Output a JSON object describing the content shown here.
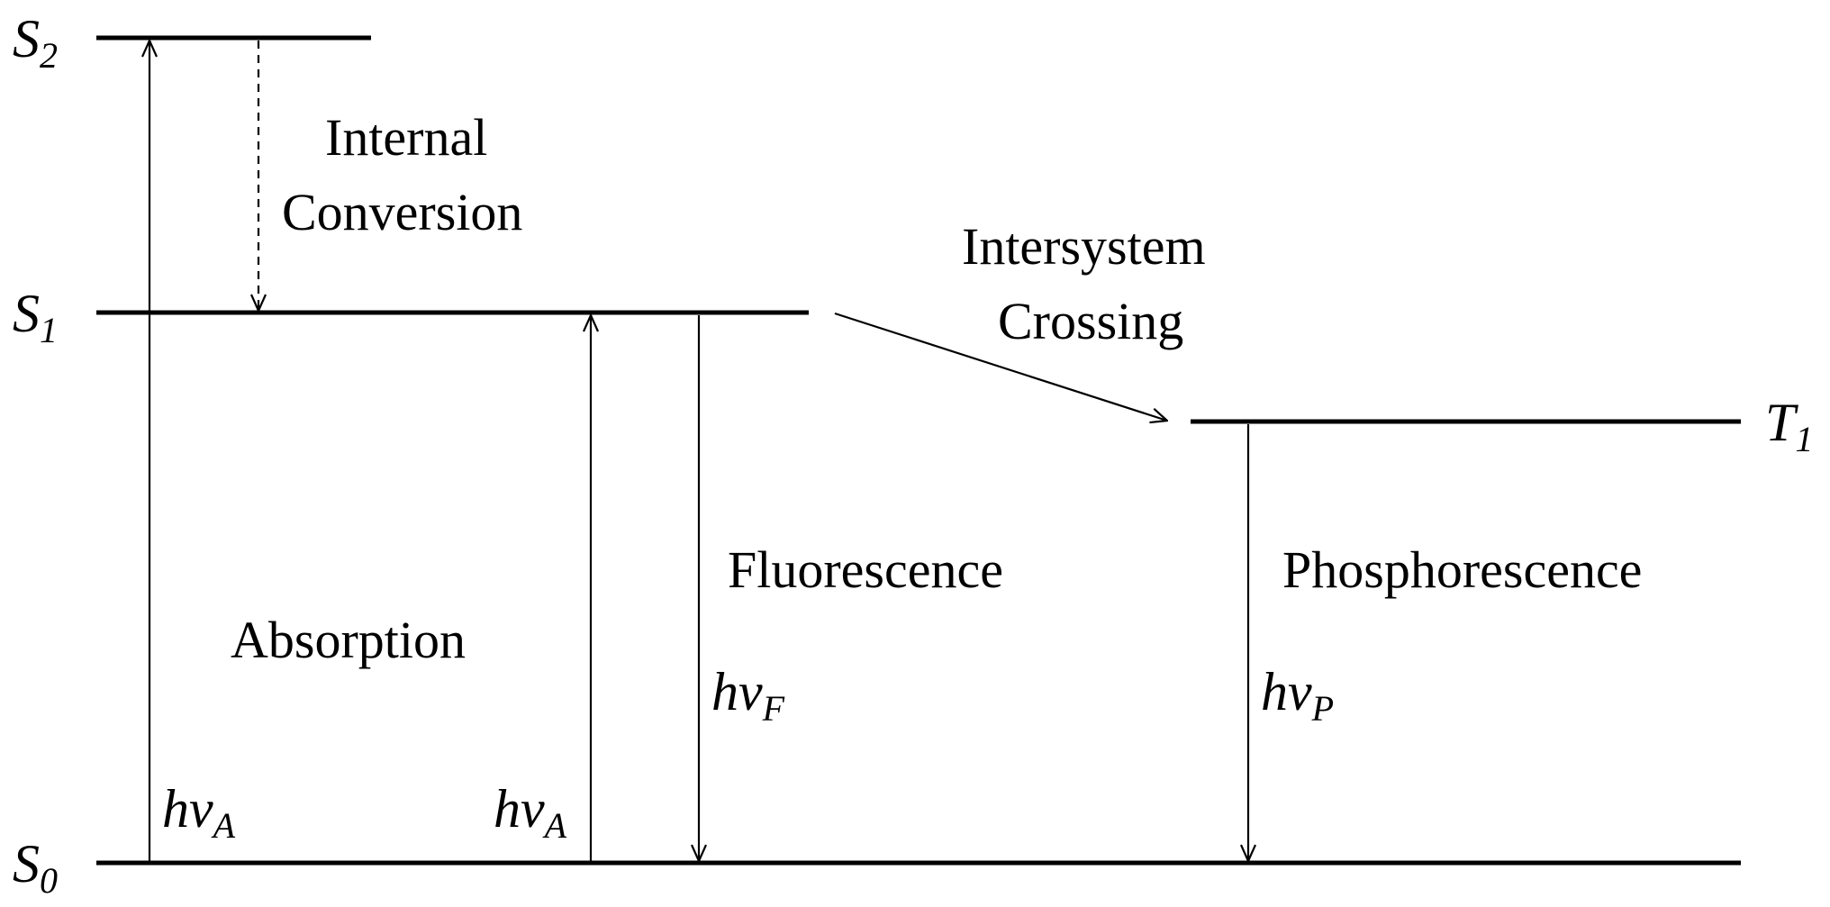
{
  "levels": {
    "s2": {
      "base": "S",
      "sub": "2"
    },
    "s1": {
      "base": "S",
      "sub": "1"
    },
    "s0": {
      "base": "S",
      "sub": "0"
    },
    "t1": {
      "base": "T",
      "sub": "1"
    }
  },
  "processes": {
    "internal_conversion": {
      "line1": "Internal",
      "line2": "Conversion"
    },
    "intersystem_crossing": {
      "line1": "Intersystem",
      "line2": "Crossing"
    },
    "absorption": "Absorption",
    "fluorescence": "Fluorescence",
    "phosphorescence": "Phosphorescence"
  },
  "photons": {
    "absorption_s2": {
      "base": "hv",
      "sub": "A"
    },
    "absorption_s1": {
      "base": "hv",
      "sub": "A"
    },
    "fluorescence": {
      "base": "hv",
      "sub": "F"
    },
    "phosphorescence": {
      "base": "hv",
      "sub": "P"
    }
  }
}
